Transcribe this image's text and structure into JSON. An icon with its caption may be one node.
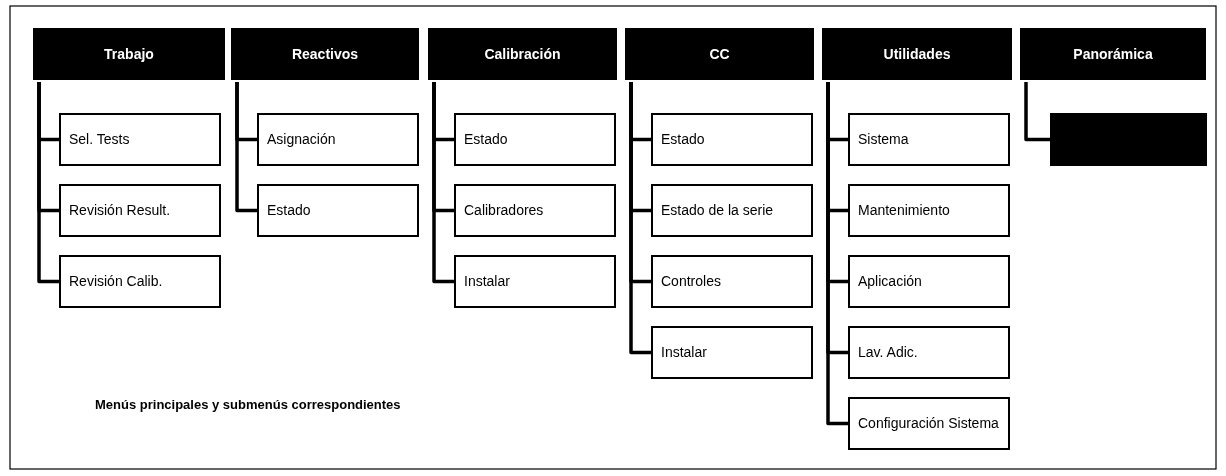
{
  "diagram": {
    "caption": "Menús principales y submenús correspondientes",
    "nodes": [
      {
        "text": [
          "Trabajo"
        ]
      },
      {
        "text": [
          "Sel. Tests"
        ]
      },
      {
        "text": [
          "Revisión Result."
        ]
      },
      {
        "text": [
          "Revisión Calib."
        ]
      },
      {
        "text": [
          "Reactivos"
        ]
      },
      {
        "text": [
          "Asignación"
        ]
      },
      {
        "text": [
          "Estado"
        ]
      },
      {
        "text": [
          "Calibración"
        ]
      },
      {
        "text": [
          "Estado"
        ]
      },
      {
        "text": [
          "Calibradores"
        ]
      },
      {
        "text": [
          "Instalar"
        ]
      },
      {
        "text": [
          "CC"
        ]
      },
      {
        "text": [
          "Estado"
        ]
      },
      {
        "text": [
          "Estado de la serie"
        ]
      },
      {
        "text": [
          "Controles"
        ]
      },
      {
        "text": [
          "Instalar"
        ]
      },
      {
        "text": [
          "Utilidades"
        ]
      },
      {
        "text": [
          "Sistema"
        ]
      },
      {
        "text": [
          "Mantenimiento"
        ]
      },
      {
        "text": [
          "Aplicación"
        ]
      },
      {
        "text": [
          "Lav. Adic."
        ]
      },
      {
        "text": [
          "Configuración Sistema"
        ]
      },
      {
        "text": [
          "Panorámica"
        ]
      },
      {
        "text": [],
        "shape": "box"
      }
    ],
    "edges": [
      {
        "from": 0,
        "to": 1,
        "arrow": "none"
      },
      {
        "from": 0,
        "to": 2,
        "arrow": "none"
      },
      {
        "from": 0,
        "to": 3,
        "arrow": "none"
      },
      {
        "from": 4,
        "to": 5,
        "arrow": "none"
      },
      {
        "from": 4,
        "to": 6,
        "arrow": "none"
      },
      {
        "from": 7,
        "to": 8,
        "arrow": "none"
      },
      {
        "from": 7,
        "to": 9,
        "arrow": "none"
      },
      {
        "from": 7,
        "to": 10,
        "arrow": "none"
      },
      {
        "from": 11,
        "to": 12,
        "arrow": "none"
      },
      {
        "from": 11,
        "to": 13,
        "arrow": "none"
      },
      {
        "from": 11,
        "to": 14,
        "arrow": "none"
      },
      {
        "from": 11,
        "to": 15,
        "arrow": "none"
      },
      {
        "from": 16,
        "to": 17,
        "arrow": "none"
      },
      {
        "from": 16,
        "to": 18,
        "arrow": "none"
      },
      {
        "from": 16,
        "to": 19,
        "arrow": "none"
      },
      {
        "from": 16,
        "to": 20,
        "arrow": "none"
      },
      {
        "from": 16,
        "to": 21,
        "arrow": "none"
      },
      {
        "from": 22,
        "to": 23,
        "arrow": "none"
      }
    ]
  }
}
